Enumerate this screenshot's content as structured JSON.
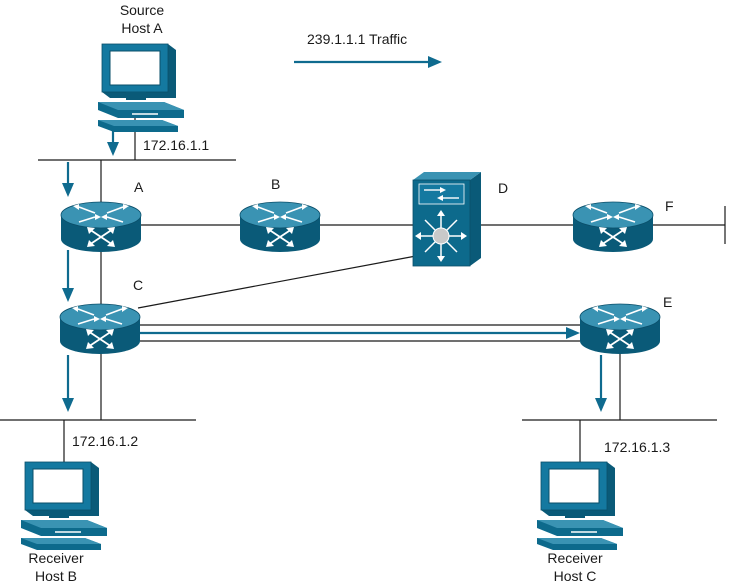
{
  "colors": {
    "device": "#0d6a8c",
    "device_top": "#3a93b3",
    "flow": "#0f6b8f",
    "line": "#1a1a1a"
  },
  "legend": {
    "traffic_label": "239.1.1.1 Traffic"
  },
  "routers": {
    "a": {
      "label": "A",
      "icon": "router-icon"
    },
    "b": {
      "label": "B",
      "icon": "router-icon"
    },
    "c": {
      "label": "C",
      "icon": "router-icon"
    },
    "e": {
      "label": "E",
      "icon": "router-icon"
    },
    "f": {
      "label": "F",
      "icon": "router-icon"
    }
  },
  "switch_d": {
    "label": "D",
    "icon": "multilayer-switch-icon"
  },
  "hosts": {
    "source": {
      "line1": "Source",
      "line2": "Host A",
      "ip": "172.16.1.1",
      "icon": "workstation-icon"
    },
    "receiver_b": {
      "line1": "Receiver",
      "line2": "Host B",
      "ip": "172.16.1.2",
      "icon": "workstation-icon"
    },
    "receiver_c": {
      "line1": "Receiver",
      "line2": "Host C",
      "ip": "172.16.1.3",
      "icon": "workstation-icon"
    }
  }
}
